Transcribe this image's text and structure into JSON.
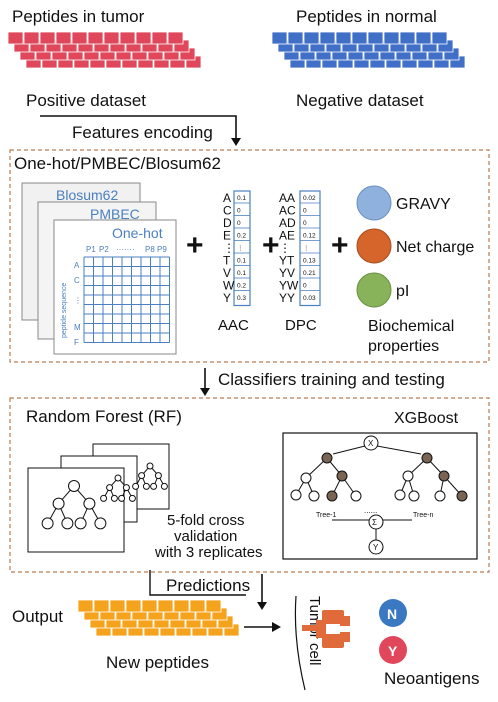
{
  "top": {
    "tumor_label": "Peptides in tumor",
    "normal_label": "Peptides in normal",
    "positive_label": "Positive dataset",
    "negative_label": "Negative dataset"
  },
  "steps": {
    "features_encoding": "Features encoding",
    "classifiers": "Classifiers training and testing",
    "predictions": "Predictions"
  },
  "encoding": {
    "title": "One-hot/PMBEC/Blosum62",
    "card_blosum": "Blosum62",
    "card_pmbec": "PMBEC",
    "card_onehot": "One-hot",
    "grid_cols": [
      "P1",
      "P2",
      "·······",
      "P8",
      "P9"
    ],
    "grid_rows": [
      "A",
      "C",
      "⋮",
      "M",
      "F"
    ],
    "grid_axis": "peptide sequence",
    "aac": {
      "letters": [
        "A",
        "C",
        "D",
        "E",
        "⋮",
        "T",
        "V",
        "W",
        "Y"
      ],
      "values": [
        "0.1",
        "0",
        "0",
        "0.2",
        "⋮",
        "0.1",
        "0.1",
        "0.2",
        "0.3"
      ],
      "label": "AAC"
    },
    "dpc": {
      "letters": [
        "AA",
        "AC",
        "AD",
        "AE",
        "⋮",
        "YT",
        "YV",
        "YW",
        "YY"
      ],
      "values": [
        "0.02",
        "0",
        "0",
        "0.12",
        "⋮",
        "0.13",
        "0.21",
        "0",
        "0.03"
      ],
      "label": "DPC"
    },
    "biochem": {
      "gravy": "GRAVY",
      "net_charge": "Net charge",
      "pi": "pI",
      "label_line1": "Biochemical",
      "label_line2": "properties"
    },
    "plus": "+"
  },
  "classifiers": {
    "rf_title": "Random Forest (RF)",
    "xgb_title": "XGBoost",
    "cv_line1": "5-fold cross",
    "cv_line2": "validation",
    "cv_line3": "with 3 replicates",
    "tree1": "Tree-1",
    "treen": "Tree-n",
    "dots": "......",
    "x_node": "X",
    "sum_node": "Σ",
    "y_node": "Y"
  },
  "output": {
    "output_label": "Output",
    "new_peptides": "New peptides",
    "tumor_cell": "Tumor cell",
    "n_node": "N",
    "y_node": "Y",
    "neoantigens": "Neoantigens"
  },
  "colors": {
    "tumor": "#e0475b",
    "normal": "#3f6fc6",
    "output": "#f5a31c",
    "gravy": "#8eb2dd",
    "net_charge": "#d5652a",
    "pi": "#88b35a",
    "dashed_border": "#b97a4f",
    "grid_blue": "#4a7fc1",
    "neo_blue": "#3a78c2",
    "neo_red": "#e0475b",
    "cell": "#e06a3a",
    "node_brown": "#7a6453"
  }
}
